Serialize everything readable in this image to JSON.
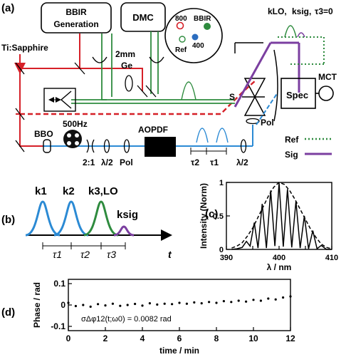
{
  "panels": {
    "a": "(a)",
    "b": "(b)",
    "c": "(c)",
    "d": "(d)"
  },
  "setup": {
    "bbir_generation_line1": "BBIR",
    "bbir_generation_line2": "Generation",
    "dmc": "DMC",
    "ti_sapphire": "Ti:Sapphire",
    "ge_line1": "2mm",
    "ge_line2": "Ge",
    "bbo": "BBO",
    "chopper_freq": "500Hz",
    "aopdf": "AOPDF",
    "telescope": "2:1",
    "half_wave_1": "λ/2",
    "polarizer_1": "Pol",
    "half_wave_2": "λ/2",
    "polarizer_2": "Pol",
    "sample": "S",
    "spec": "Spec",
    "mct": "MCT",
    "tau2": "τ2",
    "tau1": "τ1"
  },
  "spot_inset": {
    "label_800": "800",
    "label_bbir": "BBIR",
    "label_400": "400",
    "label_ref": "Ref"
  },
  "beam_labels": {
    "k_lo": "kLO,",
    "k_sig": "ksig,",
    "tau3": "τ3=0"
  },
  "legend": {
    "ref": "Ref",
    "sig": "Sig"
  },
  "pulse_sequence": {
    "k1": "k1",
    "k2": "k2",
    "k3lo": "k3,LO",
    "ksig": "ksig",
    "tau1": "τ1",
    "tau2": "τ2",
    "tau3": "τ3",
    "time_axis": "t"
  },
  "colors": {
    "red": "#d62028",
    "green": "#2e8b3e",
    "blue": "#2b8ad4",
    "purple": "#7b3fa0",
    "black": "#000000"
  },
  "chart_data": [
    {
      "type": "line",
      "panel": "c",
      "xlabel": "λ / nm",
      "ylabel": "Intensity (Norm)",
      "xlim": [
        390,
        410
      ],
      "ylim": [
        0,
        1
      ],
      "xticks": [
        390,
        395,
        400,
        405,
        410
      ],
      "yticks": [
        0,
        0.5,
        1
      ],
      "xtick_labels": [
        "390",
        "",
        "400",
        "",
        "410"
      ],
      "ytick_labels": [
        "0",
        "0.5",
        "1"
      ],
      "series": [
        {
          "style": "dashed",
          "x": [
            391,
            392,
            393,
            394,
            395,
            396,
            397,
            398,
            399,
            400,
            401,
            402,
            403,
            404,
            405,
            406,
            407,
            408,
            409,
            410
          ],
          "y": [
            0.02,
            0.05,
            0.1,
            0.2,
            0.32,
            0.48,
            0.64,
            0.8,
            0.93,
            1.0,
            0.97,
            0.88,
            0.75,
            0.6,
            0.45,
            0.3,
            0.18,
            0.08,
            0.03,
            0.01
          ]
        },
        {
          "style": "solid",
          "x": [
            391,
            392,
            393,
            393.8,
            394.5,
            395.3,
            396,
            396.8,
            397.6,
            398.4,
            399.2,
            400,
            400.8,
            401.6,
            402.4,
            403.2,
            404,
            404.8,
            405.6,
            406.4,
            407.2,
            408,
            409,
            410
          ],
          "y": [
            0.0,
            0.01,
            0.03,
            0.12,
            0.05,
            0.4,
            0.02,
            0.68,
            0.02,
            0.88,
            0.05,
            0.99,
            0.04,
            0.9,
            0.03,
            0.72,
            0.02,
            0.5,
            0.01,
            0.28,
            0.01,
            0.06,
            0.0,
            0.0
          ]
        }
      ]
    },
    {
      "type": "scatter",
      "panel": "d",
      "xlabel": "time / min",
      "ylabel": "Phase / rad",
      "xlim": [
        0,
        12
      ],
      "ylim": [
        -0.12,
        0.12
      ],
      "xticks": [
        0,
        2,
        4,
        6,
        8,
        10,
        12
      ],
      "yticks": [
        -0.1,
        0,
        0.1
      ],
      "xtick_labels": [
        "0",
        "2",
        "4",
        "6",
        "8",
        "10",
        "12"
      ],
      "ytick_labels": [
        "-0.1",
        "0",
        "0.1"
      ],
      "annotation": "σΔφ12(t;ω0) = 0.0082 rad",
      "series": [
        {
          "x": [
            0.0,
            0.4,
            0.8,
            1.2,
            1.6,
            2.0,
            2.4,
            2.8,
            3.2,
            3.6,
            4.0,
            4.4,
            4.8,
            5.2,
            5.6,
            6.0,
            6.4,
            6.8,
            7.2,
            7.6,
            8.0,
            8.4,
            8.8,
            9.2,
            9.6,
            10.0,
            10.4,
            10.8,
            11.2,
            11.6,
            12.0
          ],
          "y": [
            0.01,
            -0.005,
            0.0,
            -0.008,
            0.004,
            -0.002,
            0.006,
            -0.004,
            0.0,
            0.005,
            -0.003,
            0.008,
            0.002,
            0.006,
            0.004,
            0.01,
            0.006,
            0.012,
            0.008,
            0.014,
            0.01,
            0.018,
            0.014,
            0.02,
            0.016,
            0.024,
            0.02,
            0.03,
            0.026,
            0.035,
            0.04
          ]
        }
      ]
    }
  ]
}
